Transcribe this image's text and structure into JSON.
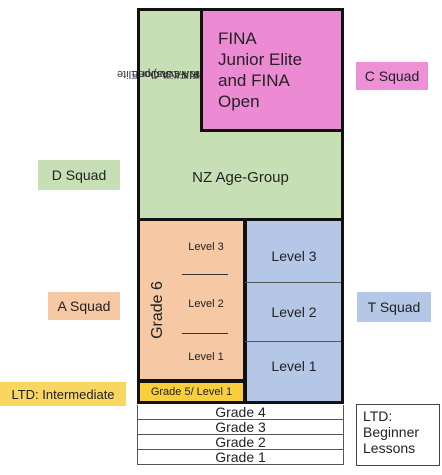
{
  "pink_box": {
    "text": "FINA\nJunior Elite\nand FINA\nOpen"
  },
  "fina_lists": {
    "line1": "FINA Junior Elite",
    "line2": "and FINA Open",
    "line3": "(FINA Lists)"
  },
  "green_box": {
    "label": "NZ Age-Group"
  },
  "grade6": {
    "title": "Grade 6",
    "levels": [
      "Level 3",
      "Level 2",
      "Level 1"
    ]
  },
  "t_block": {
    "levels": [
      "Level 3",
      "Level 2",
      "Level 1"
    ]
  },
  "yellow_box": {
    "label": "Grade 5/ Level 1"
  },
  "grades": [
    "Grade 4",
    "Grade 3",
    "Grade 2",
    "Grade 1"
  ],
  "squads": {
    "c": "C Squad",
    "d": "D Squad",
    "a": "A Squad",
    "t": "T Squad",
    "ltd_intermediate": "LTD: Intermediate",
    "ltd_beginner": "LTD:\nBeginner\nLessons"
  },
  "colors": {
    "green": "#c6dfb4",
    "pink": "#ec8bd3",
    "orange": "#f6c8a3",
    "blue": "#b4c7e6",
    "yellow": "#f8cf3b"
  }
}
